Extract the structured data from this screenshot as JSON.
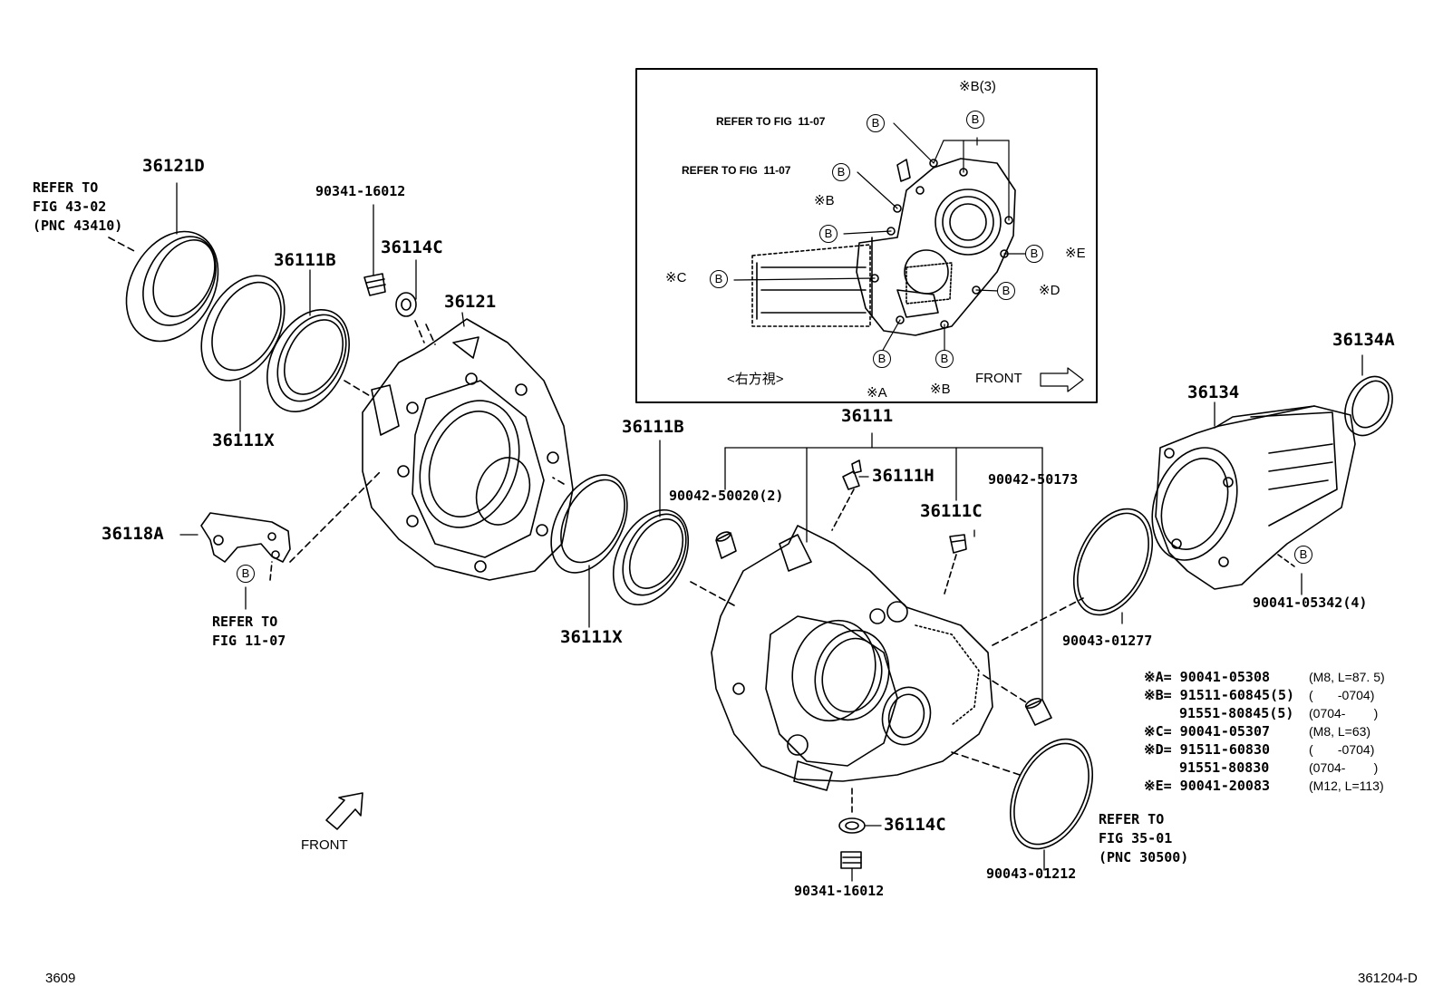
{
  "parts": {
    "p36121D": "36121D",
    "p90341_16012_top": "90341-16012",
    "p36114C_top": "36114C",
    "p36111B_top": "36111B",
    "p36121": "36121",
    "p36111X_top": "36111X",
    "p36118A": "36118A",
    "p36111B_mid": "36111B",
    "p36111": "36111",
    "p36111X_mid": "36111X",
    "p36111H": "36111H",
    "p90042_50020": "90042-50020(2)",
    "p36111C": "36111C",
    "p90042_50173": "90042-50173",
    "p36134": "36134",
    "p36134A": "36134A",
    "p90043_01277": "90043-01277",
    "p90041_05342": "90041-05342(4)",
    "p36114C_bot": "36114C",
    "p90341_16012_bot": "90341-16012",
    "p90043_01212": "90043-01212"
  },
  "refs": {
    "ref_43_1": "REFER TO",
    "ref_43_2": "FIG 43-02",
    "ref_43_3": "(PNC 43410)",
    "ref_11_1": "REFER TO",
    "ref_11_2": "FIG 11-07",
    "ref_35_1": "REFER TO",
    "ref_35_2": "FIG 35-01",
    "ref_35_3": "(PNC 30500)"
  },
  "inset": {
    "refer1": "REFER TO FIG  11-07",
    "refer2": "REFER TO FIG  11-07",
    "b3": "※B(3)",
    "xb": "※B",
    "xc": "※C",
    "xe": "※E",
    "xd": "※D",
    "xa": "※A",
    "xb2": "※B",
    "view": "<右方視>",
    "front": "FRONT",
    "b_letter": "B"
  },
  "legend": {
    "a_key": "※A= 90041-05308",
    "a_spec": "(M8, L=87. 5)",
    "b_key": "※B= 91511-60845(5)",
    "b_spec": "(       -0704)",
    "b2_key": "91551-80845(5)",
    "b2_spec": "(0704-        )",
    "c_key": "※C= 90041-05307",
    "c_spec": "(M8, L=63)",
    "d_key": "※D= 91511-60830",
    "d_spec": "(       -0704)",
    "d2_key": "91551-80830",
    "d2_spec": "(0704-        )",
    "e_key": "※E= 90041-20083",
    "e_spec": "(M12, L=113)"
  },
  "front_label": "FRONT",
  "footer": {
    "left": "3609",
    "right": "361204-D"
  }
}
